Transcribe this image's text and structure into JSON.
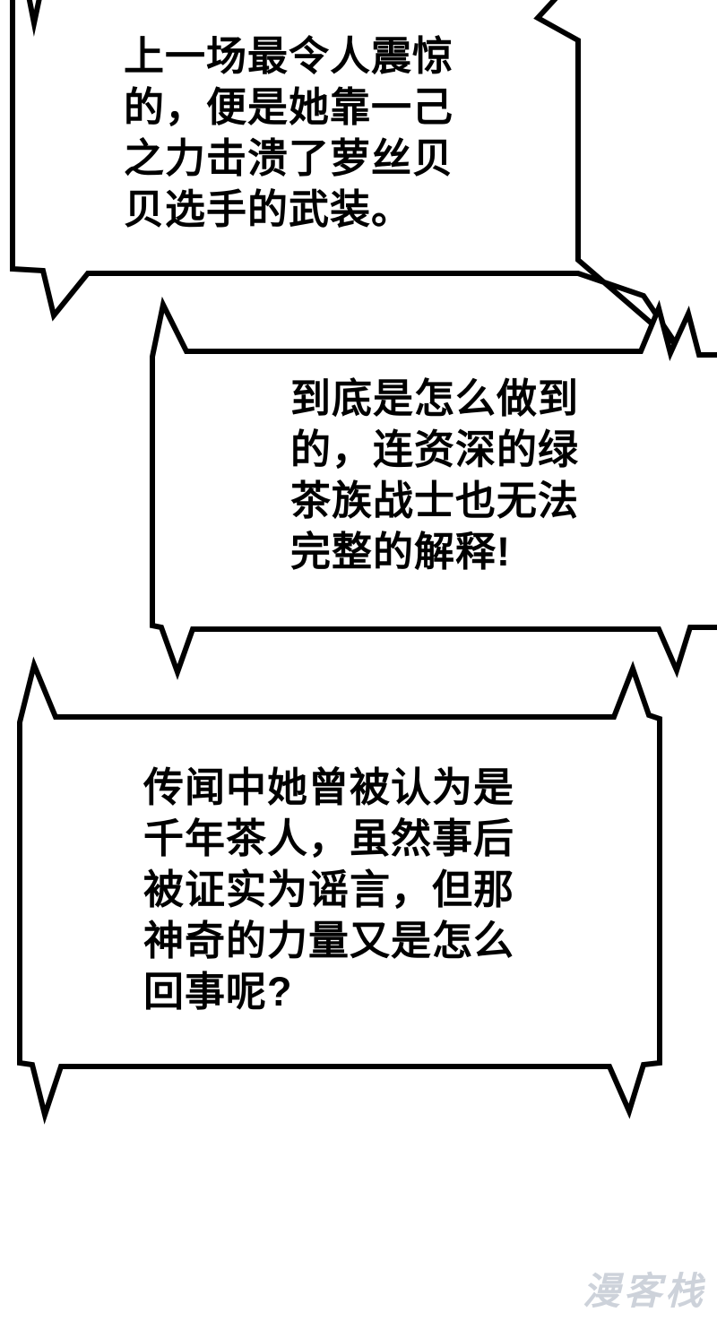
{
  "bubbles": [
    {
      "text": "上一场最令人震惊\n的，便是她靠一己\n之力击溃了萝丝贝\n贝选手的武装。"
    },
    {
      "text": "到底是怎么做到\n的，连资深的绿\n茶族战士也无法\n完整的解释!"
    },
    {
      "text": "传闻中她曾被认为是\n千年茶人，虽然事后\n被证实为谣言，但那\n神奇的力量又是怎么\n回事呢?"
    }
  ],
  "watermark": {
    "text": "漫客栈"
  },
  "colors": {
    "ink": "#000000",
    "background": "#ffffff",
    "watermark": "#cdd2da"
  }
}
